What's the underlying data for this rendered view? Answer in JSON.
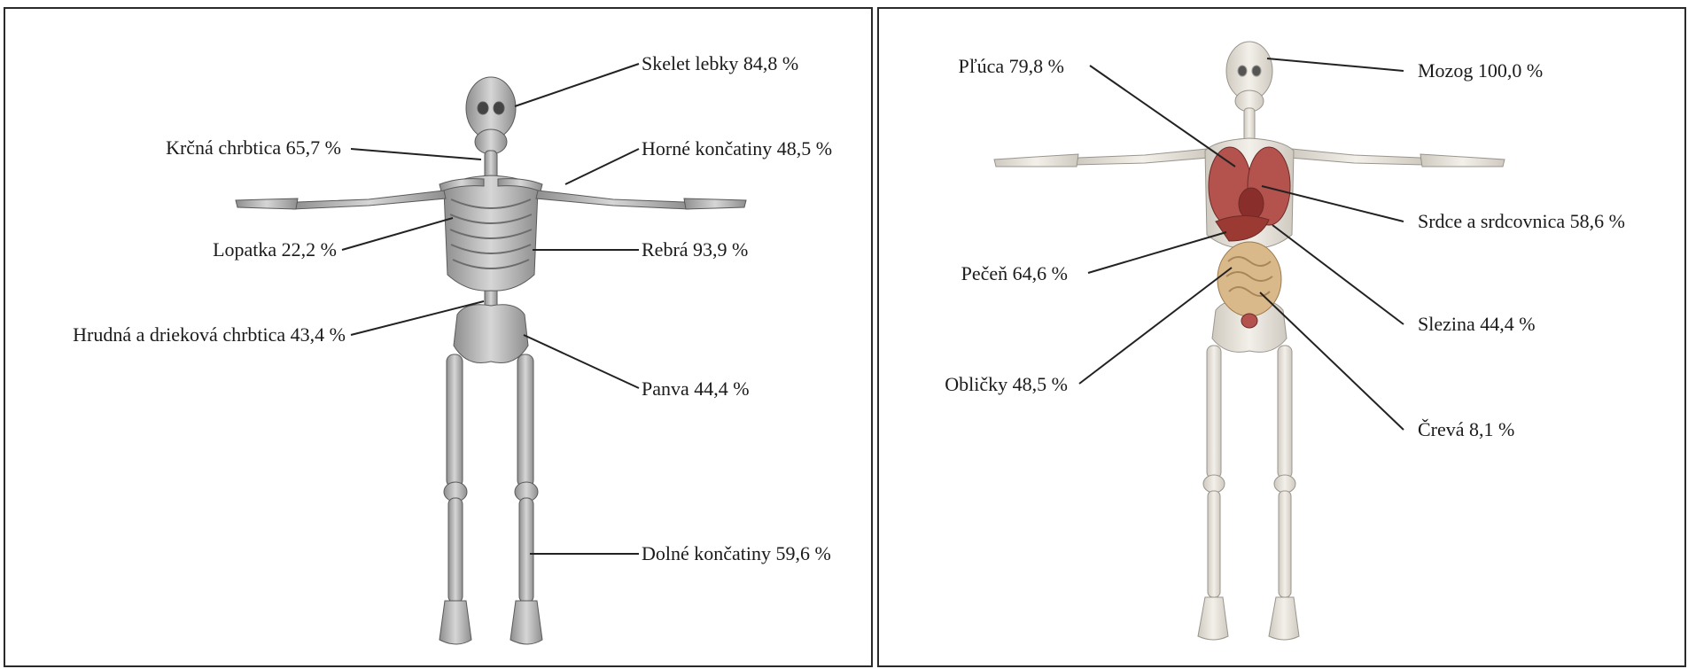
{
  "left_panel": {
    "labels": {
      "skull": "Skelet lebky 84,8 %",
      "cervical": "Krčná chrbtica 65,7 %",
      "upper_limbs": "Horné končatiny 48,5 %",
      "scapula": "Lopatka 22,2 %",
      "ribs": "Rebrá 93,9 %",
      "thoracolumbar": "Hrudná a drieková chrbtica 43,4 %",
      "pelvis": "Panva 44,4 %",
      "lower_limbs": "Dolné končatiny 59,6 %"
    }
  },
  "right_panel": {
    "labels": {
      "brain": "Mozog 100,0 %",
      "lungs": "Pľúca 79,8 %",
      "heart": "Srdce a srdcovnica 58,6 %",
      "liver": "Pečeň 64,6 %",
      "spleen": "Slezina 44,4 %",
      "kidneys": "Obličky 48,5 %",
      "intestines": "Črevá 8,1 %"
    }
  },
  "colors": {
    "bone_left": "#b8b8b8",
    "bone_right": "#e8e4dc",
    "organ_red": "#a3403c",
    "organ_intestine": "#d9b88a",
    "leader_line": "#222222",
    "border": "#2a2a2a"
  }
}
